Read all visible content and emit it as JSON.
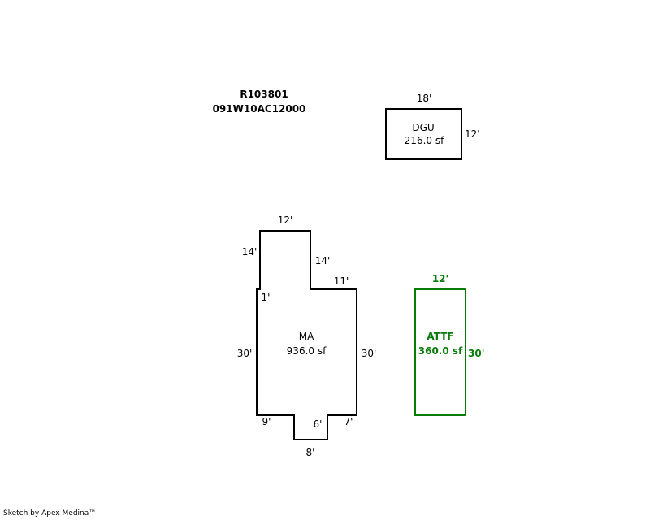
{
  "header": {
    "parcel_id": "R103801",
    "map_number": "091W10AC12000"
  },
  "dgu": {
    "code": "DGU",
    "area": "216.0 sf",
    "dim_top": "18'",
    "dim_right": "12'"
  },
  "ma": {
    "code": "MA",
    "area": "936.0 sf",
    "dim_top": "12'",
    "dim_upper_left": "14'",
    "dim_upper_right": "14'",
    "dim_step_right": "11'",
    "dim_step_left": "1'",
    "dim_left": "30'",
    "dim_right": "30'",
    "dim_bottom_left": "9'",
    "dim_notch_side": "6'",
    "dim_bottom_right": "7'",
    "dim_notch_bottom": "8'"
  },
  "attf": {
    "code": "ATTF",
    "area": "360.0 sf",
    "dim_top": "12'",
    "dim_right": "30'",
    "color": "#0a7a0a"
  },
  "footer": {
    "credit": "Sketch by Apex Medina™"
  }
}
